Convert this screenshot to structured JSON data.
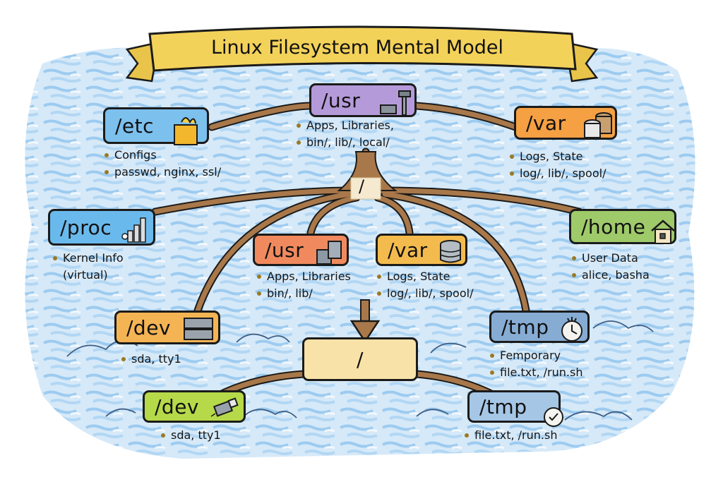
{
  "title": "Linux Filesystem Mental Model",
  "hub": {
    "label": "/"
  },
  "root_box": {
    "label": "/"
  },
  "nodes": {
    "usr_top": {
      "label": "/usr",
      "notes": [
        "Apps, Libraries,",
        "bin/, lib/, local/"
      ],
      "icon": "hammer-brick-icon",
      "color": "#b08fd8"
    },
    "etc": {
      "label": "/etc",
      "notes": [
        "Configs",
        "passwd, nginx, ssl/"
      ],
      "icon": "open-box-icon",
      "color": "#7cc0ee"
    },
    "var_top": {
      "label": "/var",
      "notes": [
        "Logs, State",
        "log/, lib/, spool/"
      ],
      "icon": "database-stack-icon",
      "color": "#f4a043"
    },
    "proc": {
      "label": "/proc",
      "notes": [
        "Kernel Info",
        "(virtual)"
      ],
      "icon": "bar-chart-gear-icon",
      "color": "#6ab9ec"
    },
    "home": {
      "label": "/home",
      "notes": [
        "User Data",
        "alice, basha"
      ],
      "icon": "house-icon",
      "color": "#9fca6a"
    },
    "usr_mid": {
      "label": "/usr",
      "notes": [
        "Apps, Libraries",
        "bin/, lib/"
      ],
      "icon": "cubes-icon",
      "color": "#f08a5e"
    },
    "var_mid": {
      "label": "/var",
      "notes": [
        "Logs, State",
        "log/, lib/, spool/"
      ],
      "icon": "database-icon",
      "color": "#f3bb4e"
    },
    "dev_mid": {
      "label": "/dev",
      "notes": [
        "sda, tty1"
      ],
      "icon": "disk-drives-icon",
      "color": "#f4b454"
    },
    "tmp_mid": {
      "label": "/tmp",
      "notes": [
        "Femporary",
        "file.txt, /run.sh"
      ],
      "icon": "stopwatch-icon",
      "color": "#86acd4"
    },
    "dev_bottom": {
      "label": "/dev",
      "notes": [
        "sda, tty1"
      ],
      "icon": "usb-drive-icon",
      "color": "#b6d94a"
    },
    "tmp_bottom": {
      "label": "/tmp",
      "notes": [
        "file.txt, /run.sh"
      ],
      "icon": "clock-check-icon",
      "color": "#a6c6e6"
    }
  },
  "colors": {
    "banner": "#f3d25a",
    "branch": "#a9784a",
    "water": "#9fcbef",
    "root_box": "#f8e2a8"
  }
}
